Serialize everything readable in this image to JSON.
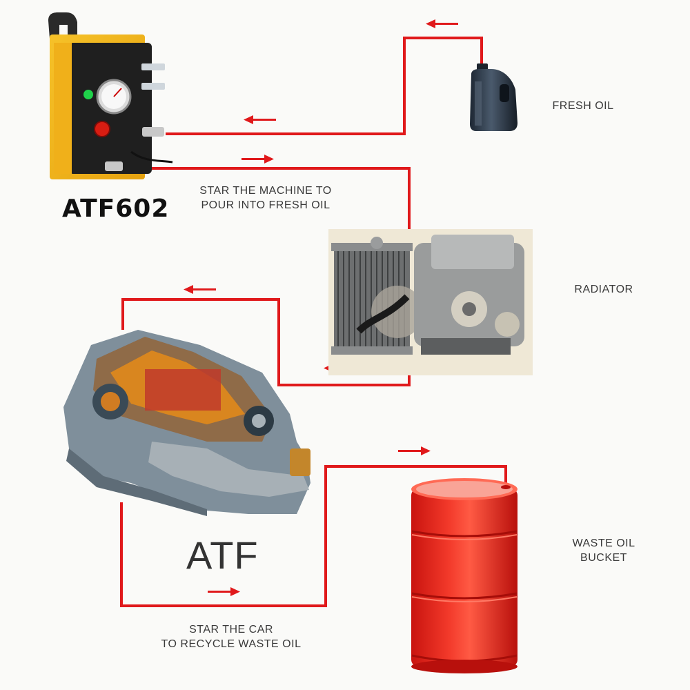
{
  "machine": {
    "model": "ATF602"
  },
  "components": {
    "fresh_oil": "FRESH OIL",
    "radiator": "RADIATOR",
    "transmission": "ATF",
    "waste_oil_line1": "WASTE OIL",
    "waste_oil_line2": "BUCKET"
  },
  "steps": {
    "pour_line1": "STAR THE MACHINE TO",
    "pour_line2": "POUR INTO FRESH OIL",
    "recycle_line1": "STAR THE CAR",
    "recycle_line2": "TO RECYCLE WASTE OIL"
  },
  "colors": {
    "pipe": "#e0191b",
    "machine_body": "#f2b21b",
    "barrel": "#e8271e",
    "background": "#fafaf8"
  }
}
